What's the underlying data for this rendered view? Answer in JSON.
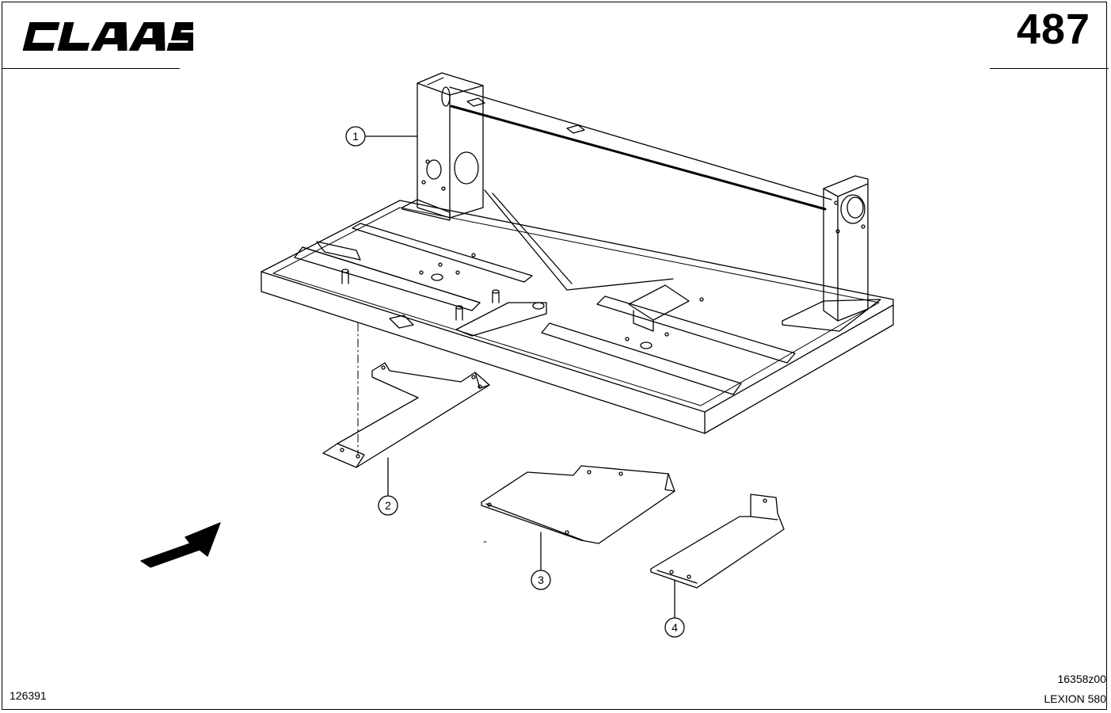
{
  "header": {
    "brand": "CLAAS",
    "page_number": "487"
  },
  "callouts": [
    {
      "label": "1"
    },
    {
      "label": "2"
    },
    {
      "label": "3"
    },
    {
      "label": "4"
    }
  ],
  "icons": {
    "direction_arrow": "arrow-up-right-icon"
  },
  "footer": {
    "image_ref": "126391",
    "drawing_code": "16358z00",
    "model": "LEXION 580"
  },
  "colors": {
    "line": "#000000",
    "background": "#ffffff"
  }
}
